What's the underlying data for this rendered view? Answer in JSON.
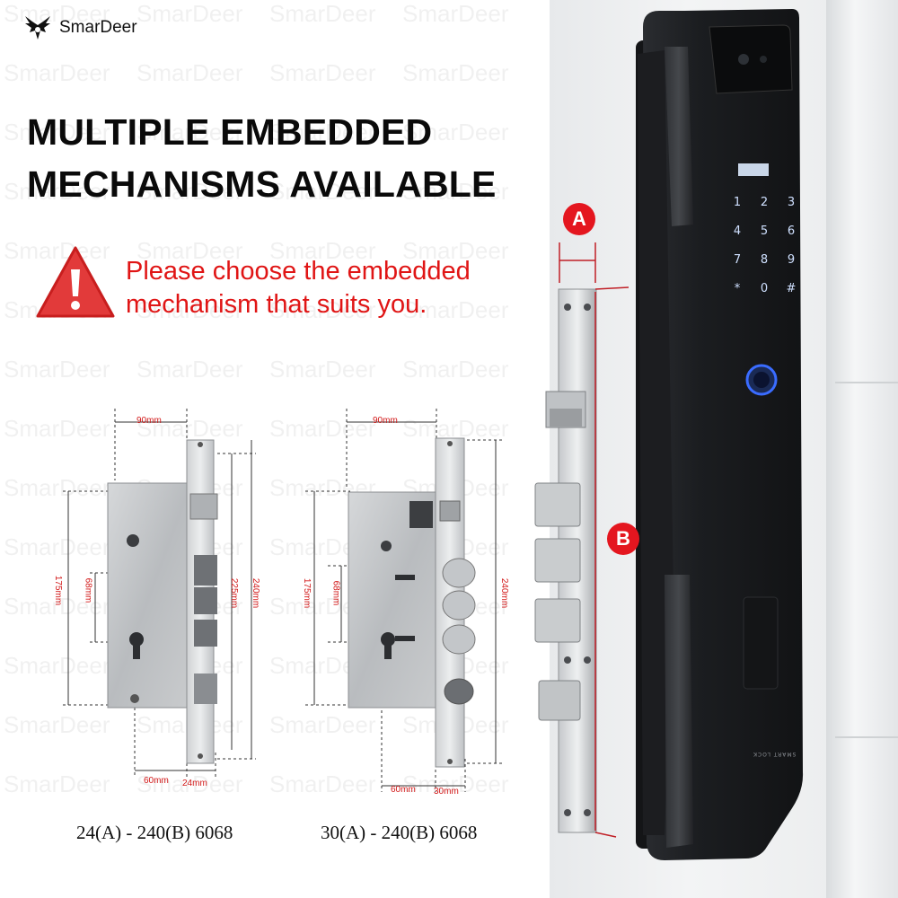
{
  "brand": {
    "name": "SmarDeer",
    "watermark": "SmarDeer"
  },
  "headline": {
    "line1": "MULTIPLE EMBEDDED",
    "line2": "MECHANISMS AVAILABLE"
  },
  "notice": {
    "line1": "Please choose the embedded",
    "line2": "mechanism that suits you."
  },
  "mechanism_a": {
    "dims": {
      "width": "90mm",
      "height1": "175mm",
      "height2": "68mm",
      "height3": "225mm",
      "height4": "240mm",
      "bottom1": "60mm",
      "bottom2": "24mm"
    },
    "caption": "24(A) - 240(B)   6068"
  },
  "mechanism_b": {
    "dims": {
      "width": "90mm",
      "height1": "175mm",
      "height2": "68mm",
      "height3": "240mm",
      "bottom1": "60mm",
      "bottom2": "30mm"
    },
    "caption": "30(A) - 240(B)   6068"
  },
  "photo": {
    "callout_a": "A",
    "callout_b": "B",
    "lock_label": "SMART LOCK",
    "keypad": [
      "1",
      "2",
      "3",
      "4",
      "5",
      "6",
      "7",
      "8",
      "9",
      "*",
      "0",
      "#"
    ]
  },
  "colors": {
    "accent": "#e4161f",
    "warning_text": "#e01515",
    "lock_body": "#1e2023"
  }
}
